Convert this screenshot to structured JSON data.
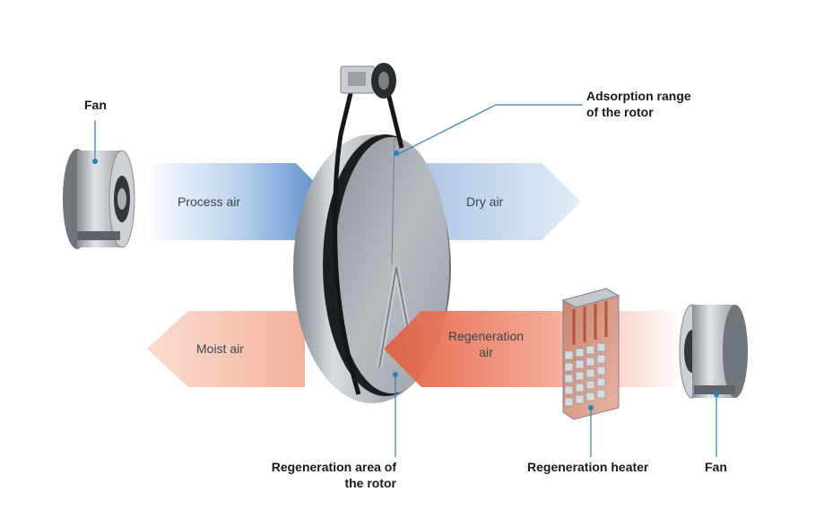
{
  "labels": {
    "fan_left": "Fan",
    "adsorption_line1": "Adsorption range",
    "adsorption_line2": "of the rotor",
    "process_air": "Process air",
    "dry_air": "Dry air",
    "moist_air": "Moist air",
    "regen_air_line1": "Regeneration",
    "regen_air_line2": "air",
    "regen_area_line1": "Regeneration area of",
    "regen_area_line2": "the rotor",
    "regen_heater": "Regeneration heater",
    "fan_right": "Fan"
  },
  "icons": [
    "fan-icon",
    "rotor-wheel-icon",
    "drive-motor-icon",
    "heater-icon"
  ],
  "colors": {
    "process_air": "#4f86c8",
    "dry_air": "#c9d9ee",
    "regeneration_air": "#e2694a",
    "moist_air": "#f6c2b2",
    "callout_line": "#2d7fb8"
  }
}
